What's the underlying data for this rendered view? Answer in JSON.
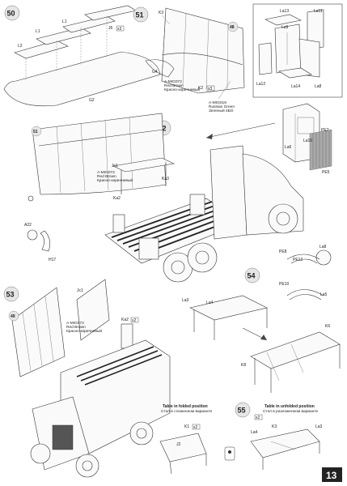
{
  "page": {
    "number": "13"
  },
  "steps": [
    {
      "number": "50"
    },
    {
      "number": "51"
    },
    {
      "number": "52"
    },
    {
      "number": "53"
    },
    {
      "number": "54"
    },
    {
      "number": "55"
    }
  ],
  "refs": {
    "r48": "48",
    "r51": "51",
    "r49": "49"
  },
  "parts": {
    "L1": "L1",
    "L2": "L2",
    "L1b": "L1",
    "J6": "J6",
    "G2": "G2",
    "K3": "K3",
    "G4": "G4",
    "K2": "K2",
    "x3a": "x3",
    "x3b": "x3",
    "La13": "La13",
    "La11": "La11",
    "La9": "La9",
    "La12": "La12",
    "La14": "La14",
    "La8": "La8",
    "La10": "La10",
    "PE7": "PE7",
    "La6": "La6",
    "PE5": "PE5",
    "Jc1": "Jc1",
    "Ka2": "Ka2",
    "Ka3": "Ka3",
    "A22": "A22",
    "H17": "H17",
    "La8b": "La8",
    "PE8": "PE8",
    "PE12": "PE12",
    "PE10": "PE10",
    "La5": "La5",
    "Jc1b": "Jc1",
    "Ka2b": "Ka2",
    "x2a": "x2",
    "La3": "La3",
    "La4": "La4",
    "K6": "K6",
    "K8": "K8",
    "K1": "K1",
    "x2b": "x2",
    "J2": "J2",
    "x2c": "x2",
    "La4b": "La4",
    "K3b": "K3",
    "La3b": "La3"
  },
  "paint_callouts": [
    {
      "code": "A-MIG072",
      "en": "Red Brown",
      "ru": "Красно-коричневый"
    },
    {
      "code": "A-MIG019",
      "en": "Russian Green",
      "ru": "Зеленый 4БО"
    },
    {
      "code": "A-MIG072",
      "en": "Red Brown",
      "ru": "Красно-коричневый"
    },
    {
      "code": "A-MIG072",
      "en": "Red Brown",
      "ru": "Красно-коричневый"
    }
  ],
  "captions": {
    "folded_en": "Table in folded position",
    "folded_ru": "Стол в сложенном варианте",
    "unfolded_en": "Table in unfolded position",
    "unfolded_ru": "Стол в разложенном варианте"
  }
}
